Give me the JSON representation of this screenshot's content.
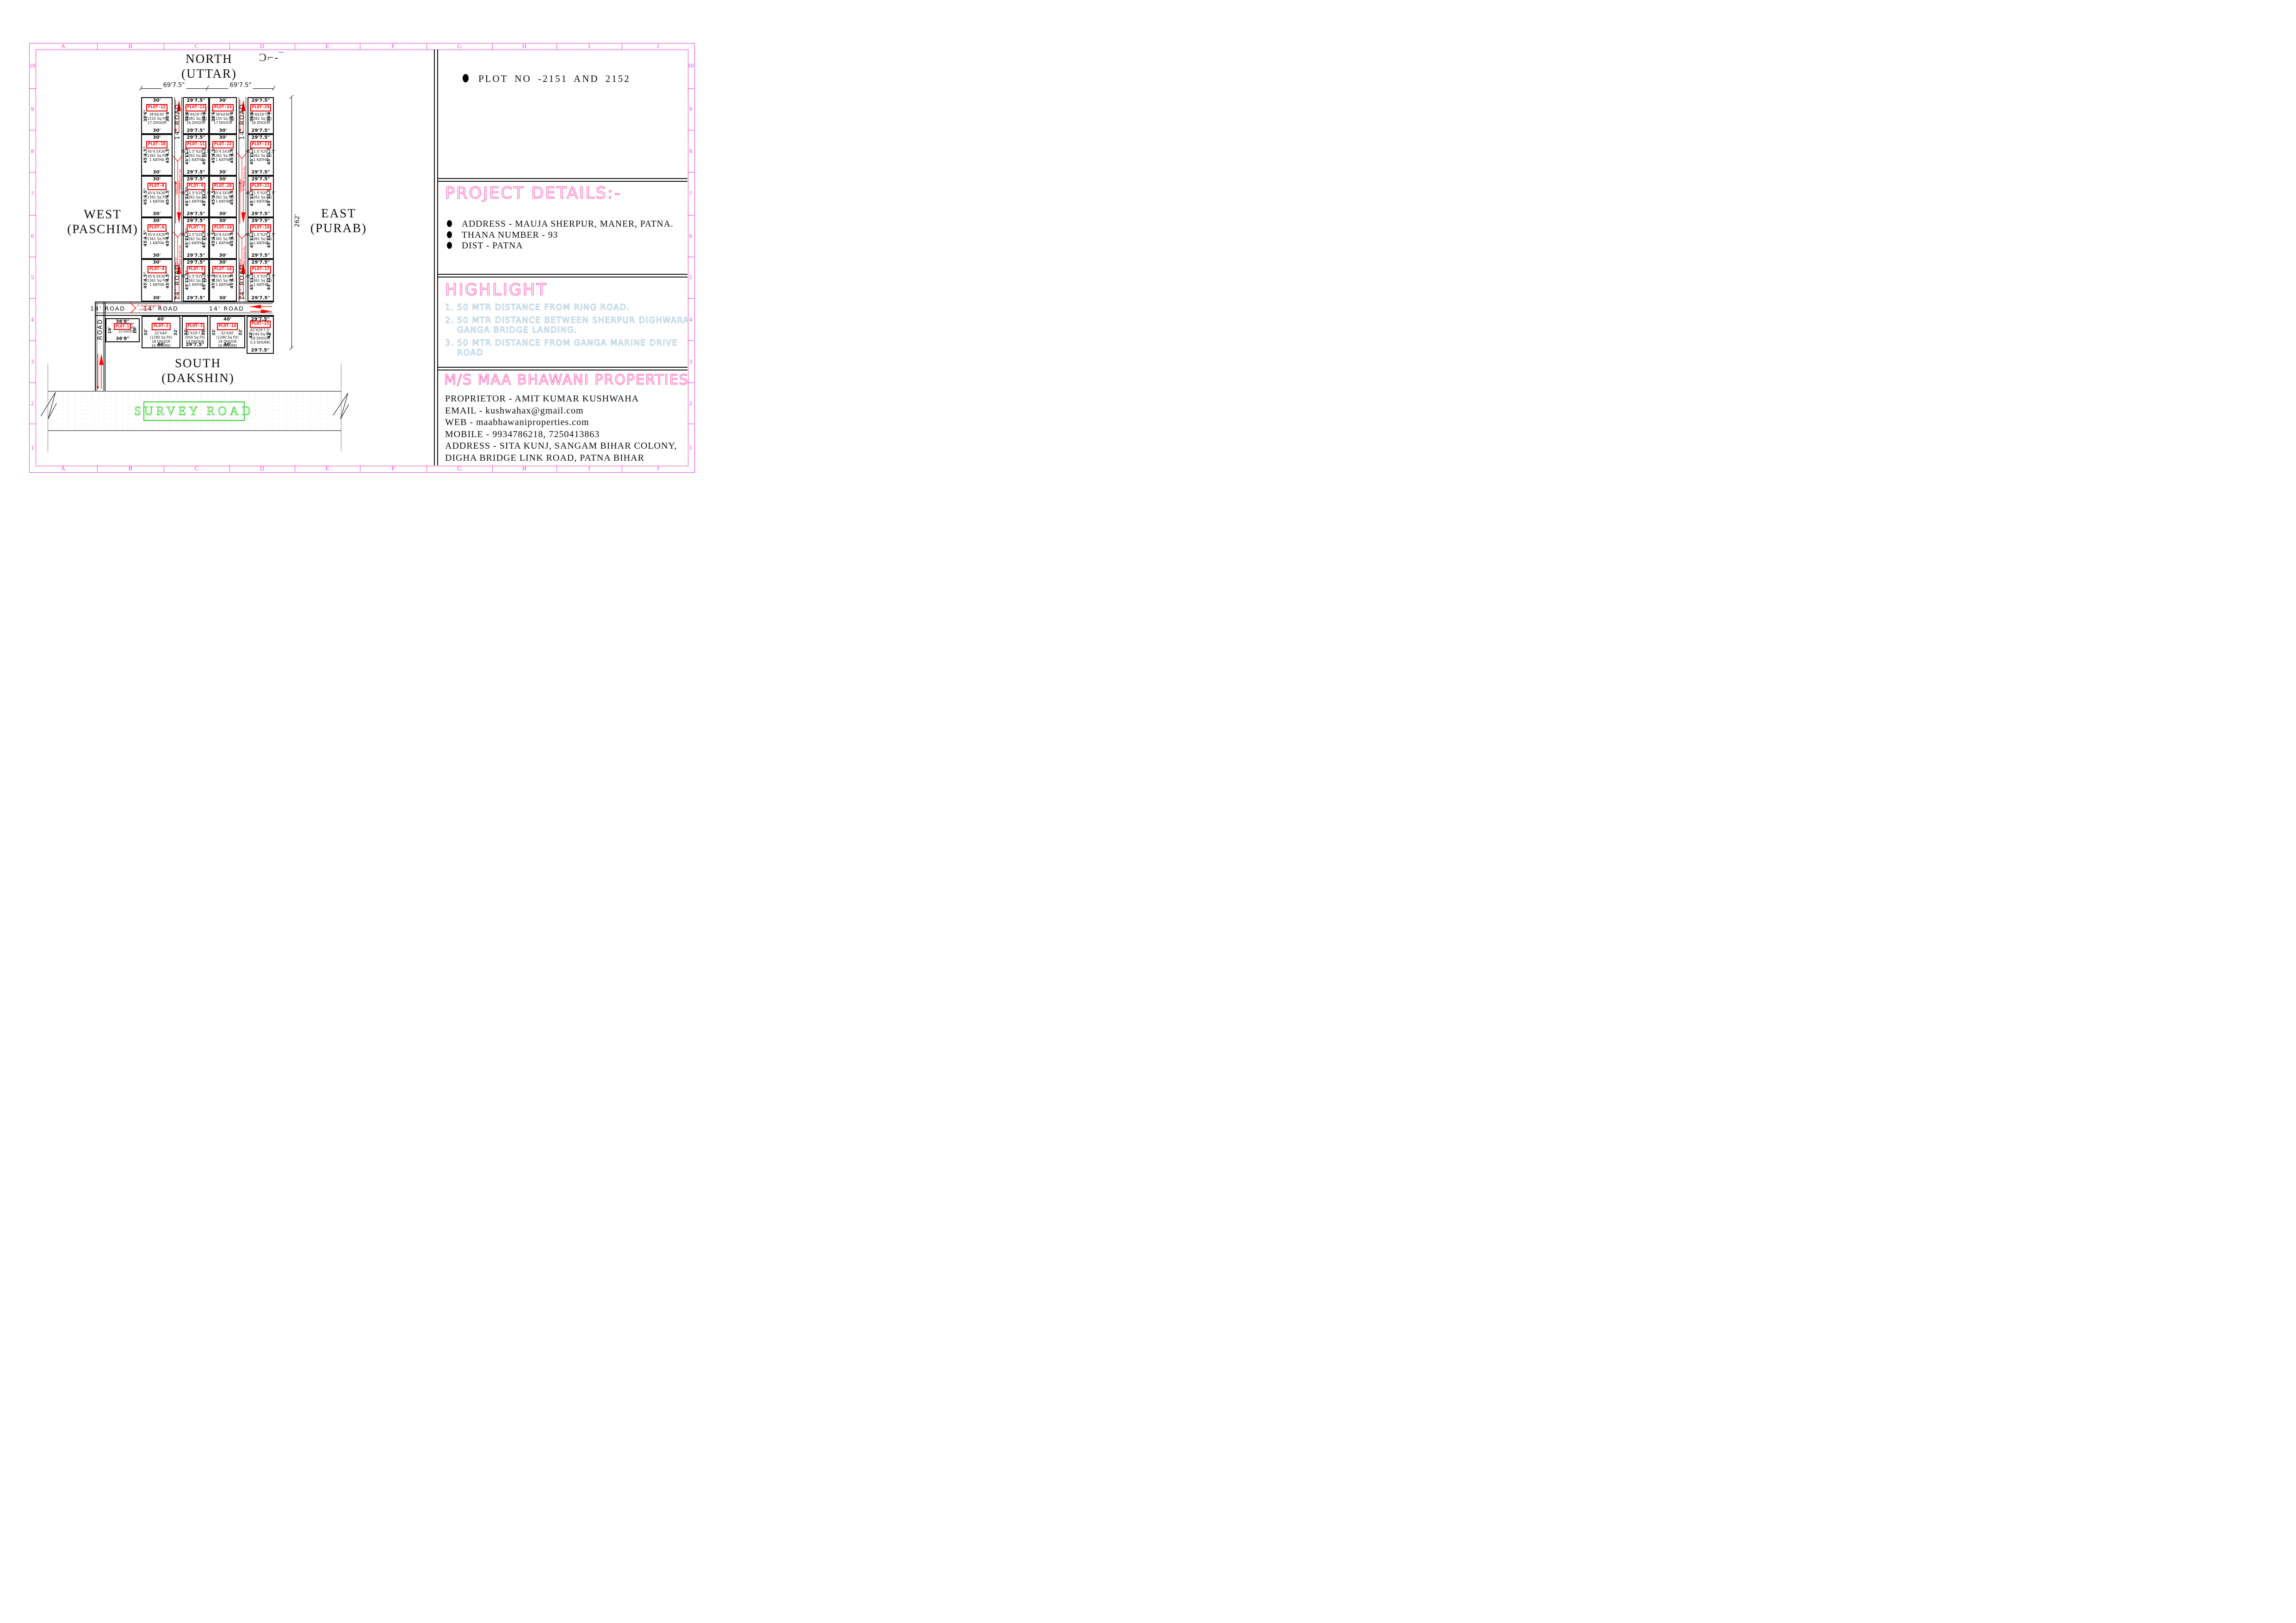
{
  "frame": {
    "color": "#ef3fd0",
    "letters": [
      "A",
      "B",
      "C",
      "D",
      "E",
      "F",
      "G",
      "H",
      "I",
      "J"
    ],
    "numbers": [
      "10",
      "9",
      "8",
      "7",
      "6",
      "5",
      "4",
      "3",
      "2",
      "1"
    ]
  },
  "plan": {
    "north": {
      "title": "NORTH",
      "glitch": "Ɔ⌐-‾",
      "sub": "(UTTAR)"
    },
    "south": {
      "title": "SOUTH",
      "sub": "(DAKSHIN)"
    },
    "west": {
      "title": "WEST",
      "sub": "(PASCHIM)"
    },
    "east": {
      "title": "EAST",
      "sub": "(PURAB)"
    },
    "dims": {
      "top_left": "69'7.5\"",
      "top_right": "69'7.5\"",
      "east_side": "262'"
    },
    "road_label": "14' ROAD",
    "left_road_label": "ROAD",
    "road_note_line1": "2' road given by",
    "road_note_line2": "customer",
    "survey_road_label": "SURVEY ROAD",
    "plots": [
      {
        "tag": "PLOT-12",
        "col": 0,
        "row": 0,
        "top": "30'",
        "bottom": "30'",
        "side": "38'6\"",
        "info": [
          "38'6X30'",
          "(1155 Sq Fit)",
          "17 DHOOR"
        ]
      },
      {
        "tag": "PLOT-13",
        "col": 1,
        "row": 0,
        "top": "29'7.5\"",
        "bottom": "29'7.5\"",
        "side": "36'6\"",
        "info": [
          "36'6X29'7.5\"",
          "(1081 Sq Fit)",
          "16 DHOOR"
        ]
      },
      {
        "tag": "PLOT-24",
        "col": 2,
        "row": 0,
        "top": "30'",
        "bottom": "30'",
        "side": "38'6\"",
        "info": [
          "38'6X30'",
          "(1155 Sq Fit)",
          "17 DHOOR"
        ]
      },
      {
        "tag": "PLOT-25",
        "col": 3,
        "row": 0,
        "top": "29'7.5\"",
        "bottom": "29'7.5\"",
        "side": "36'6\"",
        "info": [
          "36'6X29'7.5\"",
          "(1081 Sq Fit)",
          "16 DHOOR"
        ]
      },
      {
        "tag": "PLOT-10",
        "col": 0,
        "row": 1,
        "top": "30'",
        "bottom": "30'",
        "side": "45'4.5\"",
        "info": [
          "45'4.5X30'",
          "(1361 Sq Fit)",
          "1 KATHA"
        ]
      },
      {
        "tag": "PLOT-11",
        "col": 1,
        "row": 1,
        "top": "29'7.5\"",
        "bottom": "29'7.5\"",
        "side": "45'11.5\"",
        "info": [
          "45'11.5\"X29'7.5\"",
          "(1361 Sq Fit)",
          "1 KATHA"
        ]
      },
      {
        "tag": "PLOT-22",
        "col": 2,
        "row": 1,
        "top": "30'",
        "bottom": "30'",
        "side": "45'4.5\"",
        "info": [
          "45'4.5X30'",
          "(1361 Sq Fit)",
          "1 KATHA"
        ]
      },
      {
        "tag": "PLOT-23",
        "col": 3,
        "row": 1,
        "top": "29'7.5\"",
        "bottom": "29'7.5\"",
        "side": "45'11.5\"",
        "info": [
          "45'11.5\"X29'7.5\"",
          "(1361 Sq Fit)",
          "1 KATHA"
        ]
      },
      {
        "tag": "PLOT-8",
        "col": 0,
        "row": 2,
        "top": "30'",
        "bottom": "30'",
        "side": "45'4.5\"",
        "info": [
          "45'4.5X30'",
          "(1361 Sq Fit)",
          "1 KATHA"
        ]
      },
      {
        "tag": "PLOT-9",
        "col": 1,
        "row": 2,
        "top": "29'7.5\"",
        "bottom": "29'7.5\"",
        "side": "45'11.5\"",
        "info": [
          "45'11.5\"X29'7.5\"",
          "(1361 Sq Fit)",
          "1 KATHA"
        ]
      },
      {
        "tag": "PLOT-20",
        "col": 2,
        "row": 2,
        "top": "30'",
        "bottom": "30'",
        "side": "45'4.5\"",
        "info": [
          "45'4.5X30'",
          "(1361 Sq Fit)",
          "1 KATHA"
        ]
      },
      {
        "tag": "PLOT-21",
        "col": 3,
        "row": 2,
        "top": "29'7.5\"",
        "bottom": "29'7.5\"",
        "side": "45'11.5\"",
        "info": [
          "45'11.5\"X29'7.5\"",
          "(1361 Sq Fit)",
          "1 KATHA"
        ]
      },
      {
        "tag": "PLOT-6",
        "col": 0,
        "row": 3,
        "top": "30'",
        "bottom": "30'",
        "side": "45'4.5\"",
        "info": [
          "45'4.5X30'",
          "(1361 Sq Fit)",
          "1 KATHA"
        ]
      },
      {
        "tag": "PLOT-7",
        "col": 1,
        "row": 3,
        "top": "29'7.5\"",
        "bottom": "29'7.5\"",
        "side": "45'11.5\"",
        "info": [
          "45'11.5\"X29'7.5\"",
          "(1361 Sq Fit)",
          "1 KATHA"
        ]
      },
      {
        "tag": "PLOT-18",
        "col": 2,
        "row": 3,
        "top": "30'",
        "bottom": "30'",
        "side": "45'4.5\"",
        "info": [
          "45'4.5X30'",
          "(1361 Sq Fit)",
          "1 KATHA"
        ]
      },
      {
        "tag": "PLOT-19",
        "col": 3,
        "row": 3,
        "top": "29'7.5\"",
        "bottom": "29'7.5\"",
        "side": "45'11.5\"",
        "info": [
          "45'11.5\"X29'7.5\"",
          "(1361 Sq Fit)",
          "1 KATHA"
        ]
      },
      {
        "tag": "PLOT-4",
        "col": 0,
        "row": 4,
        "top": "30'",
        "bottom": "30'",
        "side": "45'4.5\"",
        "info": [
          "45'4.5X30'",
          "(1361 Sq Fit)",
          "1 KATHA"
        ]
      },
      {
        "tag": "PLOT-5",
        "col": 1,
        "row": 4,
        "top": "29'7.5\"",
        "bottom": "29'7.5\"",
        "side": "45'11.5\"",
        "info": [
          "45'11.5\"X29'7.5\"",
          "(1361 Sq Fit)",
          "1 KATHA"
        ]
      },
      {
        "tag": "PLOT-16",
        "col": 2,
        "row": 4,
        "top": "30'",
        "bottom": "30'",
        "side": "45'4.5\"",
        "info": [
          "45'4.5X30'",
          "(1361 Sq Fit)",
          "1 KATHA"
        ]
      },
      {
        "tag": "PLOT-17",
        "col": 3,
        "row": 4,
        "top": "29'7.5\"",
        "bottom": "29'7.5\"",
        "side": "45'11.5\"",
        "info": [
          "45'11.5\"X29'7.5\"",
          "(1361 Sq Fit)",
          "1 KATHA"
        ]
      }
    ],
    "bottom_plots": [
      {
        "tag": "PLOT-1",
        "top": "36'8\"",
        "bottom": "36'8\"",
        "side": "18'",
        "info": [
          "18'X36'8\"",
          "(660 Sq Fit)",
          "10 DHOOR"
        ]
      },
      {
        "tag": "PLOT-2",
        "top": "40'",
        "bottom": "40'",
        "side": "32'",
        "info": [
          "32'X40'",
          "(1280 Sq Fit)",
          "18 DHOOR",
          "16 DHORKI"
        ]
      },
      {
        "tag": "PLOT-3",
        "top": "",
        "bottom": "29'7.5\"",
        "side": "32'",
        "info": [
          "32'X29'7.5\"",
          "(950 Sq Fit)",
          "14 DHOOR"
        ]
      },
      {
        "tag": "PLOT-14",
        "top": "40'",
        "bottom": "40'",
        "side": "32'",
        "info": [
          "32'X40'",
          "(1280 Sq Fit)",
          "18 DHOOR",
          "16 DHORKI"
        ]
      },
      {
        "tag": "PLOT-15",
        "top": "29'7.5\"",
        "bottom": "29'7.5\"",
        "side": "42'",
        "info": [
          "42'X29'7.5\"",
          "(1244 Sq Fit)",
          "18 DHOOR",
          "5.5 DHURKI"
        ]
      }
    ]
  },
  "panel": {
    "plot_no": "PLOT NO -2151 AND 2152",
    "project_details": {
      "title": "PROJECT DETAILS:-",
      "items": [
        "ADDRESS - MAUJA SHERPUR, MANER, PATNA.",
        "THANA NUMBER - 93",
        "DIST - PATNA"
      ]
    },
    "highlight": {
      "title": "HIGHLIGHT",
      "items": [
        {
          "num": "1.",
          "text": "50 MTR DISTANCE FROM RING ROAD."
        },
        {
          "num": "2.",
          "text": "50 MTR DISTANCE BETWEEN SHERPUR DIGHWARA GANGA BRIDGE LANDING."
        },
        {
          "num": "3.",
          "text": "50 MTR DISTANCE FROM GANGA MARINE DRIVE ROAD"
        }
      ]
    },
    "company": {
      "name": "M/S MAA BHAWANI PROPERTIES",
      "lines": [
        "PROPRIETOR - AMIT KUMAR KUSHWAHA",
        "EMAIL - kushwahax@gmail.com",
        "WEB - maabhawaniproperties.com",
        "MOBILE - 9934786218, 7250413863",
        "ADDRESS - SITA KUNJ, SANGAM BIHAR COLONY,",
        "DIGHA BRIDGE LINK ROAD, PATNA BIHAR"
      ]
    }
  },
  "colors": {
    "tag_red": "#e60000",
    "arrow_red": "#ff0000",
    "pink_outline": "#ff4fae",
    "blue_outline": "#9fc3da",
    "green": "#2fd32f",
    "frame_pink": "#ef3fd0",
    "line_black": "#111111"
  }
}
